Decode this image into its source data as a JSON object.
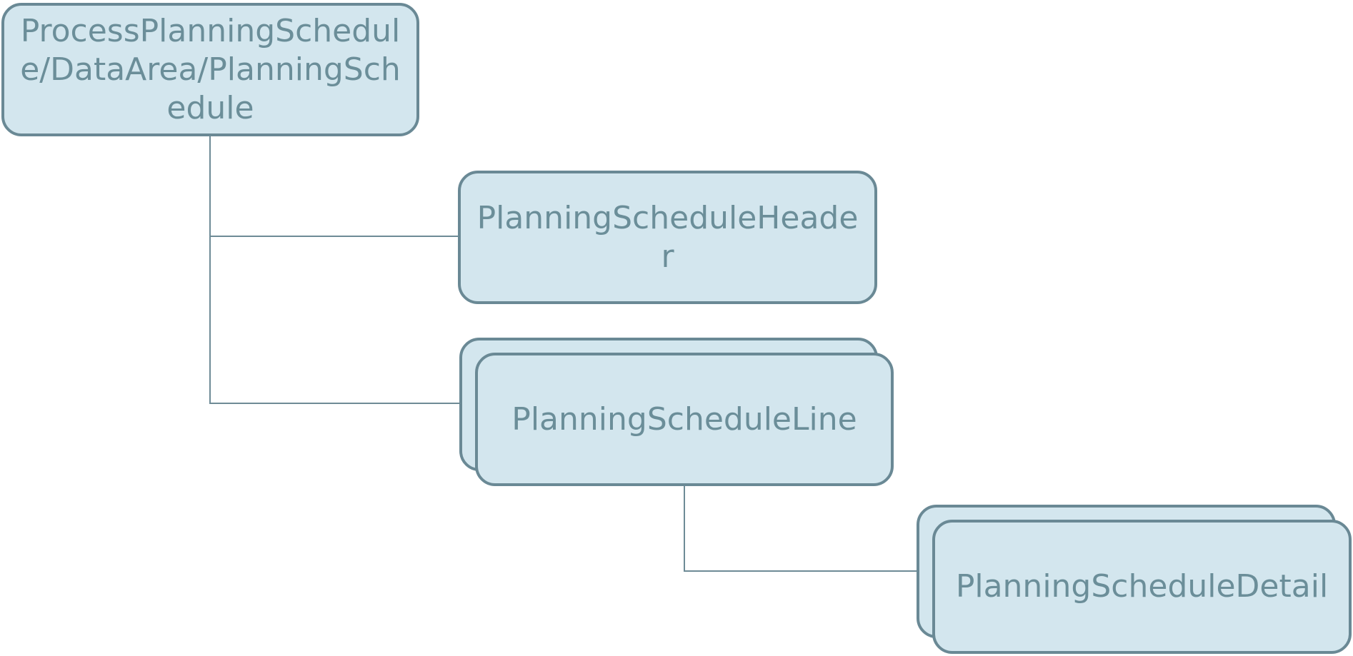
{
  "diagram": {
    "root": {
      "label": "ProcessPlanningSchedule/DataArea/PlanningSchedule"
    },
    "header": {
      "label": "PlanningScheduleHeader"
    },
    "line": {
      "label": "PlanningScheduleLine",
      "repeating": true
    },
    "detail": {
      "label": "PlanningScheduleDetail",
      "repeating": true
    },
    "colors": {
      "box_fill": "#d3e6ee",
      "box_border": "#6a8995",
      "text": "#6b8e99",
      "connector": "#6e8b96"
    }
  }
}
